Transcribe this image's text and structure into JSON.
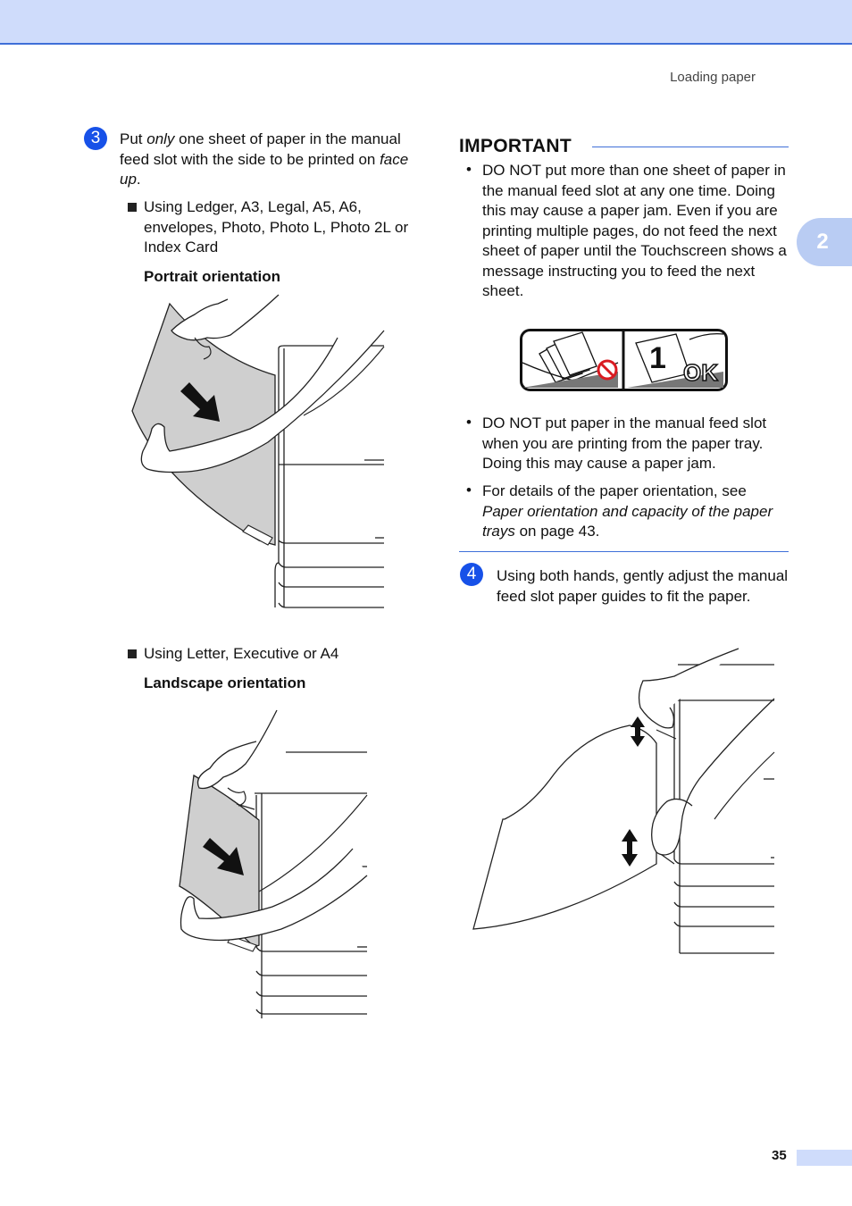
{
  "header": {
    "section_title": "Loading paper",
    "chapter_number": "2"
  },
  "step3": {
    "number": "3",
    "text_parts": [
      "Put ",
      "only",
      " one sheet of paper in the manual feed slot with the side to be printed on ",
      "face up",
      "."
    ],
    "bullet1": "Using Ledger, A3, Legal, A5, A6, envelopes, Photo, Photo L, Photo 2L or Index Card",
    "portrait_label": "Portrait orientation",
    "bullet2": "Using Letter, Executive or A4",
    "landscape_label": "Landscape orientation"
  },
  "important": {
    "title": "IMPORTANT",
    "item1": "DO NOT put more than one sheet of paper in the manual feed slot at any one time. Doing this may cause a paper jam. Even if you are printing multiple pages, do not feed the next sheet of paper until the Touchscreen shows a message instructing you to feed the next sheet.",
    "icon_ok_text": "OK",
    "icon_count_text": "1",
    "item2": "DO NOT put paper in the manual feed slot when you are printing from the paper tray. Doing this may cause a paper jam.",
    "item3_parts": [
      "For details of the paper orientation, see ",
      "Paper orientation and capacity of the paper trays",
      " on page 43."
    ]
  },
  "step4": {
    "number": "4",
    "text": "Using both hands, gently adjust the manual feed slot paper guides to fit the paper."
  },
  "footer": {
    "page_number": "35"
  },
  "colors": {
    "accent_blue": "#1751e8",
    "rule_blue": "#3f6fd8",
    "band_blue": "#cfdcfb",
    "tab_blue": "#b9ccf3",
    "paper_gray": "#cfcfcf"
  },
  "icons": [
    "step-3-badge",
    "step-4-badge",
    "square-bullet-icon",
    "no-multiple-sheets-icon",
    "prohibited-icon"
  ]
}
